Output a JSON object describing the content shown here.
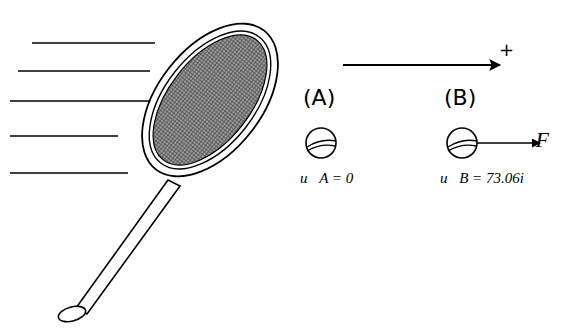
{
  "diagram": {
    "labels": [
      "+",
      "(A)",
      "(B)",
      "F⃗",
      "u⃗A = 0",
      "u⃗B = 73.06i⃗"
    ]
  }
}
